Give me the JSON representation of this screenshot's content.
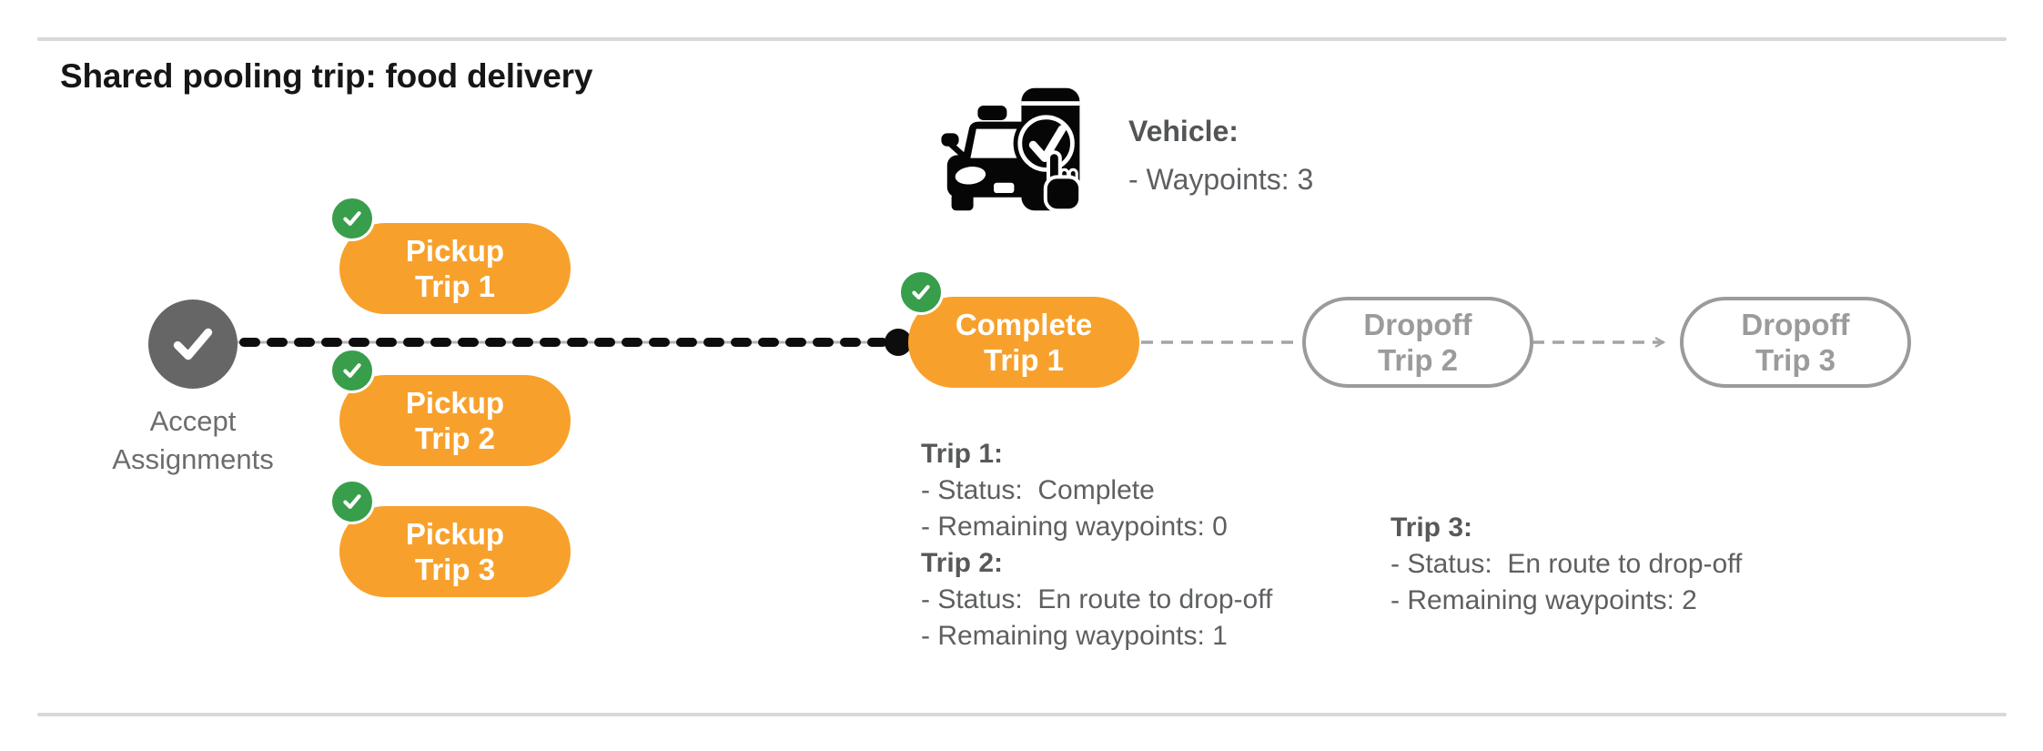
{
  "title": "Shared pooling trip: food delivery",
  "vehicle_info": {
    "heading": "Vehicle:",
    "waypoints": "- Waypoints: 3",
    "icon": "car-phone-check-icon"
  },
  "flow": {
    "accept": {
      "line1": "Accept",
      "line2": "Assignments",
      "icon": "white-check-icon"
    },
    "pickups": [
      {
        "line1": "Pickup",
        "line2": "Trip 1",
        "badge_icon": "green-check-badge"
      },
      {
        "line1": "Pickup",
        "line2": "Trip 2",
        "badge_icon": "green-check-badge"
      },
      {
        "line1": "Pickup",
        "line2": "Trip 3",
        "badge_icon": "green-check-badge"
      }
    ],
    "complete": {
      "line1": "Complete",
      "line2": "Trip 1",
      "badge_icon": "green-check-badge"
    },
    "dropoffs": [
      {
        "line1": "Dropoff",
        "line2": "Trip 2"
      },
      {
        "line1": "Dropoff",
        "line2": "Trip 3"
      }
    ]
  },
  "trip_status_left": [
    {
      "heading": "Trip 1:",
      "status": "- Status:  Complete",
      "remaining": "- Remaining waypoints: 0"
    },
    {
      "heading": "Trip 2:",
      "status": "- Status:  En route to drop-off",
      "remaining": "- Remaining waypoints: 1"
    }
  ],
  "trip_status_right": [
    {
      "heading": "Trip 3:",
      "status": "- Status:  En route to drop-off",
      "remaining": "- Remaining waypoints: 2"
    }
  ],
  "colors": {
    "accent_orange": "#F7A12C",
    "accent_green": "#389E4B",
    "node_gray": "#666666",
    "inactive_gray": "#9B9B9B",
    "text_dark": "#161616",
    "text_gray": "#5D5F61",
    "divider_gray": "#D8D8D8",
    "route_black": "#0D0D0D"
  }
}
